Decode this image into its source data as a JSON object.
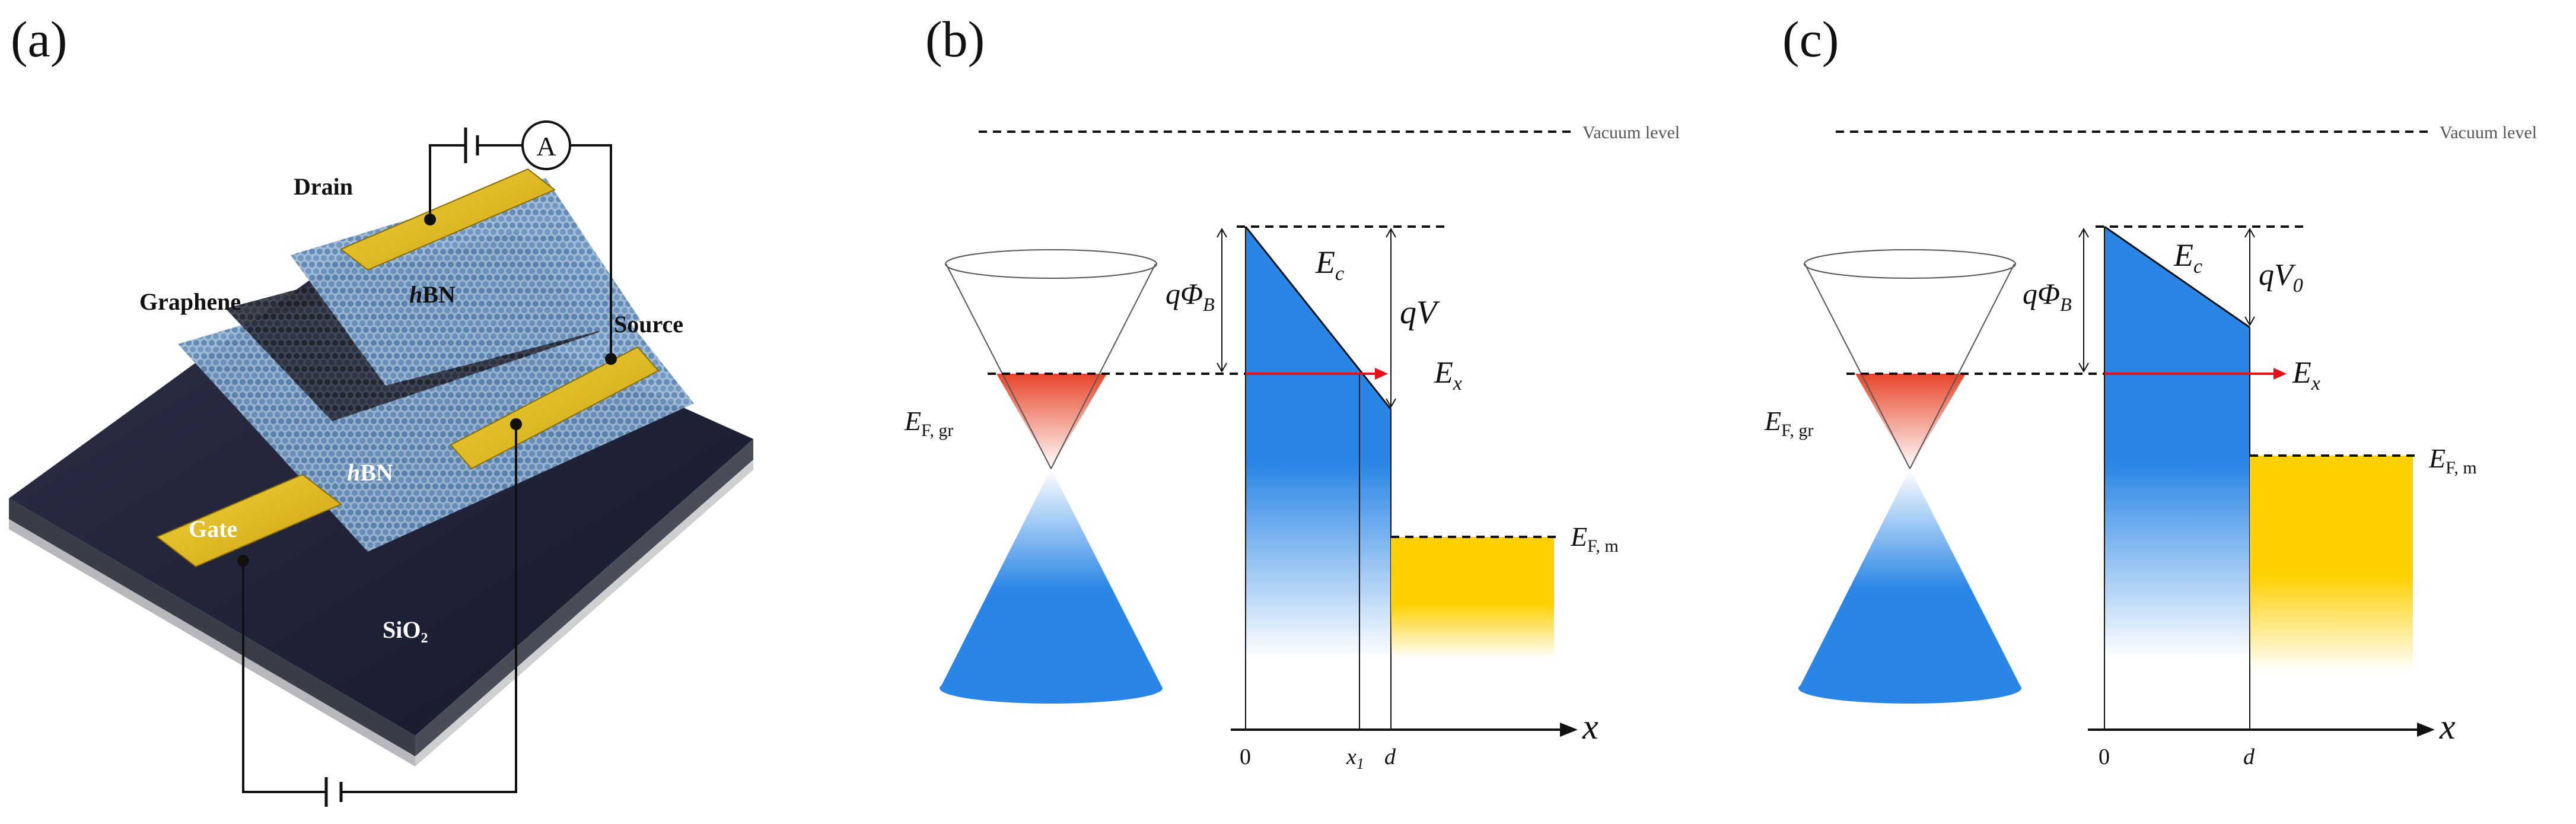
{
  "panels": {
    "a": {
      "label": "(a)",
      "drain": "Drain",
      "graphene": "Graphene",
      "hbn_top": "hBN",
      "hbn_top_italic": "h",
      "hbn_top_rest": "BN",
      "source": "Source",
      "hbn_bottom_italic": "h",
      "hbn_bottom_rest": "BN",
      "gate": "Gate",
      "substrate": "SiO",
      "substrate_sub": "2",
      "ammeter": "A"
    },
    "b": {
      "label": "(b)",
      "vacuum": "Vacuum level",
      "ec": "E",
      "ec_sub": "c",
      "qphi": "qΦ",
      "qphi_sub": "B",
      "qv": "qV",
      "ex": "E",
      "ex_sub": "x",
      "efgr": "E",
      "efgr_sub": "F, gr",
      "efm": "E",
      "efm_sub": "F, m",
      "x_axis": "x",
      "tick0": "0",
      "tick_x1": "x",
      "tick_x1_sub": "1",
      "tick_d": "d"
    },
    "c": {
      "label": "(c)",
      "vacuum": "Vacuum level",
      "ec": "E",
      "ec_sub": "c",
      "qphi": "qΦ",
      "qphi_sub": "B",
      "qv0": "qV",
      "qv0_sub": "0",
      "ex": "E",
      "ex_sub": "x",
      "efgr": "E",
      "efgr_sub": "F, gr",
      "efm": "E",
      "efm_sub": "F, m",
      "x_axis": "x",
      "tick0": "0",
      "tick_d": "d"
    }
  },
  "colors": {
    "barrier_blue": "#2a86e6",
    "metal_yellow": "#ffd000",
    "graphene_red": "#e8452a",
    "arrow_red": "#e8101a",
    "gold": "#e2b81e",
    "substrate": "#1e2033",
    "lattice": "#5b86b3"
  }
}
